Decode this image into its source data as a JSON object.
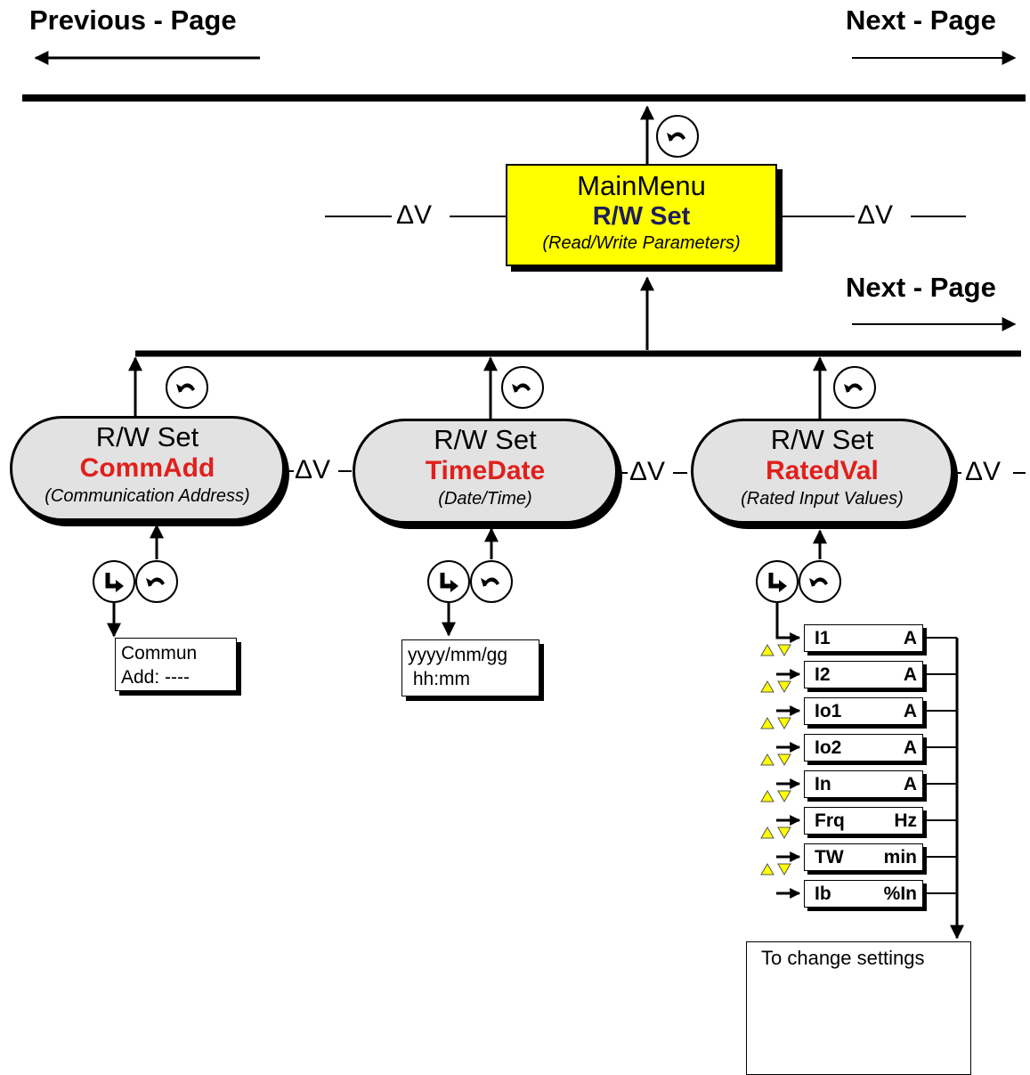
{
  "nav": {
    "previous_label": "Previous - Page",
    "next_label_top": "Next - Page",
    "next_label_mid": "Next - Page"
  },
  "main_menu": {
    "line1": "MainMenu",
    "line2": "R/W Set",
    "line3": "(Read/Write Parameters)"
  },
  "side_symbol": "ΔV",
  "submenus": [
    {
      "line1": "R/W Set",
      "line2": "CommAdd",
      "line3": "(Communication Address)",
      "detail": [
        "Commun",
        "Add: ----"
      ]
    },
    {
      "line1": "R/W Set",
      "line2": "TimeDate",
      "line3": "(Date/Time)",
      "detail": [
        "yyyy/mm/gg",
        " hh:mm"
      ]
    },
    {
      "line1": "R/W Set",
      "line2": "RatedVal",
      "line3": "(Rated Input Values)"
    }
  ],
  "rated_params": [
    {
      "label": "I1",
      "unit": "A"
    },
    {
      "label": "I2",
      "unit": "A"
    },
    {
      "label": "Io1",
      "unit": "A"
    },
    {
      "label": "Io2",
      "unit": "A"
    },
    {
      "label": "In",
      "unit": "A"
    },
    {
      "label": "Frq",
      "unit": "Hz"
    },
    {
      "label": "TW",
      "unit": "min"
    },
    {
      "label": "Ib",
      "unit": "%In"
    }
  ],
  "change_settings": {
    "title": "To change settings"
  },
  "icons": {
    "back": "back-arrow-icon",
    "enter": "enter-arrow-icon",
    "star": "asterisk-icon",
    "up": "up-triangle-icon",
    "down": "down-triangle-icon"
  },
  "colors": {
    "main_box": "#ffff00",
    "submenu_fill": "#e2e2e2",
    "submenu_name": "#e0201c",
    "main_rw": "#1e1e5a",
    "nav_triangle": "#ffff00"
  }
}
